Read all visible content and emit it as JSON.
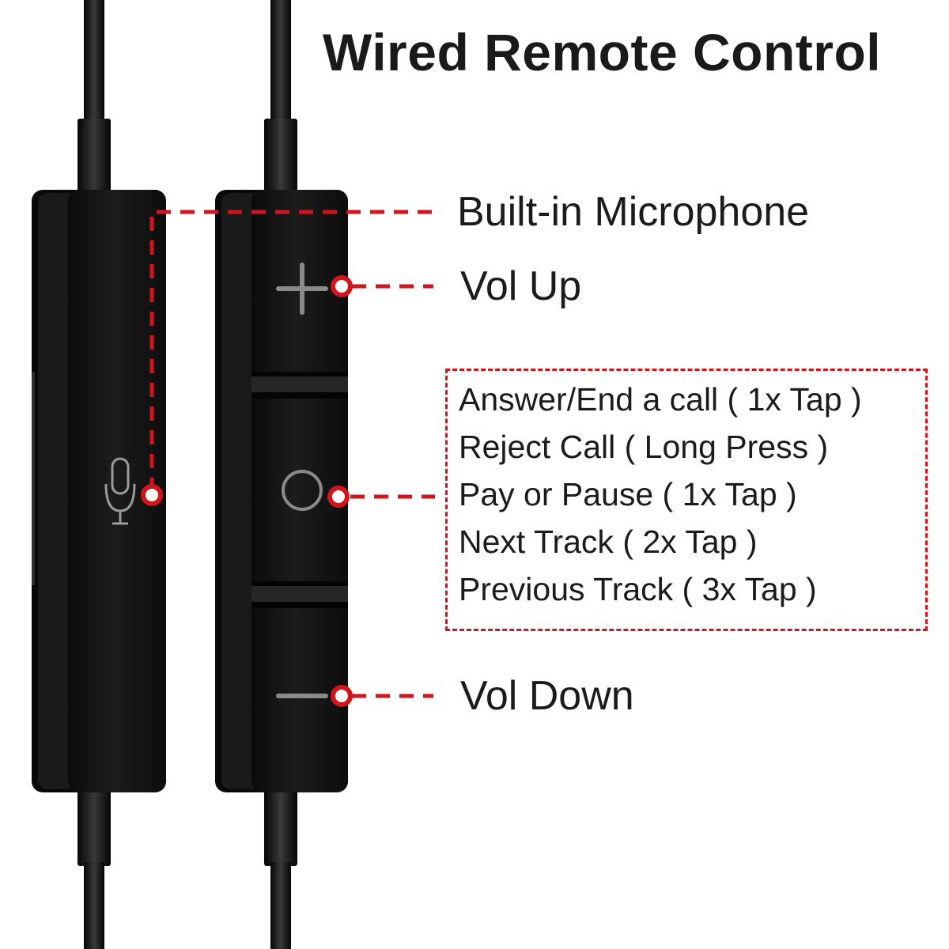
{
  "title": "Wired Remote Control",
  "labels": {
    "microphone": "Built-in Microphone",
    "vol_up": "Vol Up",
    "vol_down": "Vol Down"
  },
  "functions": [
    "Answer/End a call ( 1x Tap )",
    "Reject Call ( Long Press )",
    "Pay or Pause ( 1x Tap )",
    "Next Track ( 2x Tap )",
    "Previous Track ( 3x Tap )"
  ],
  "colors": {
    "accent": "#d0161c",
    "device": "#141414",
    "cable": "#1c1c1c",
    "background": "#ffffff"
  },
  "icons": {
    "microphone": "microphone-icon",
    "plus": "plus-icon",
    "minus": "minus-icon",
    "play": "play-pause-circle-icon"
  }
}
